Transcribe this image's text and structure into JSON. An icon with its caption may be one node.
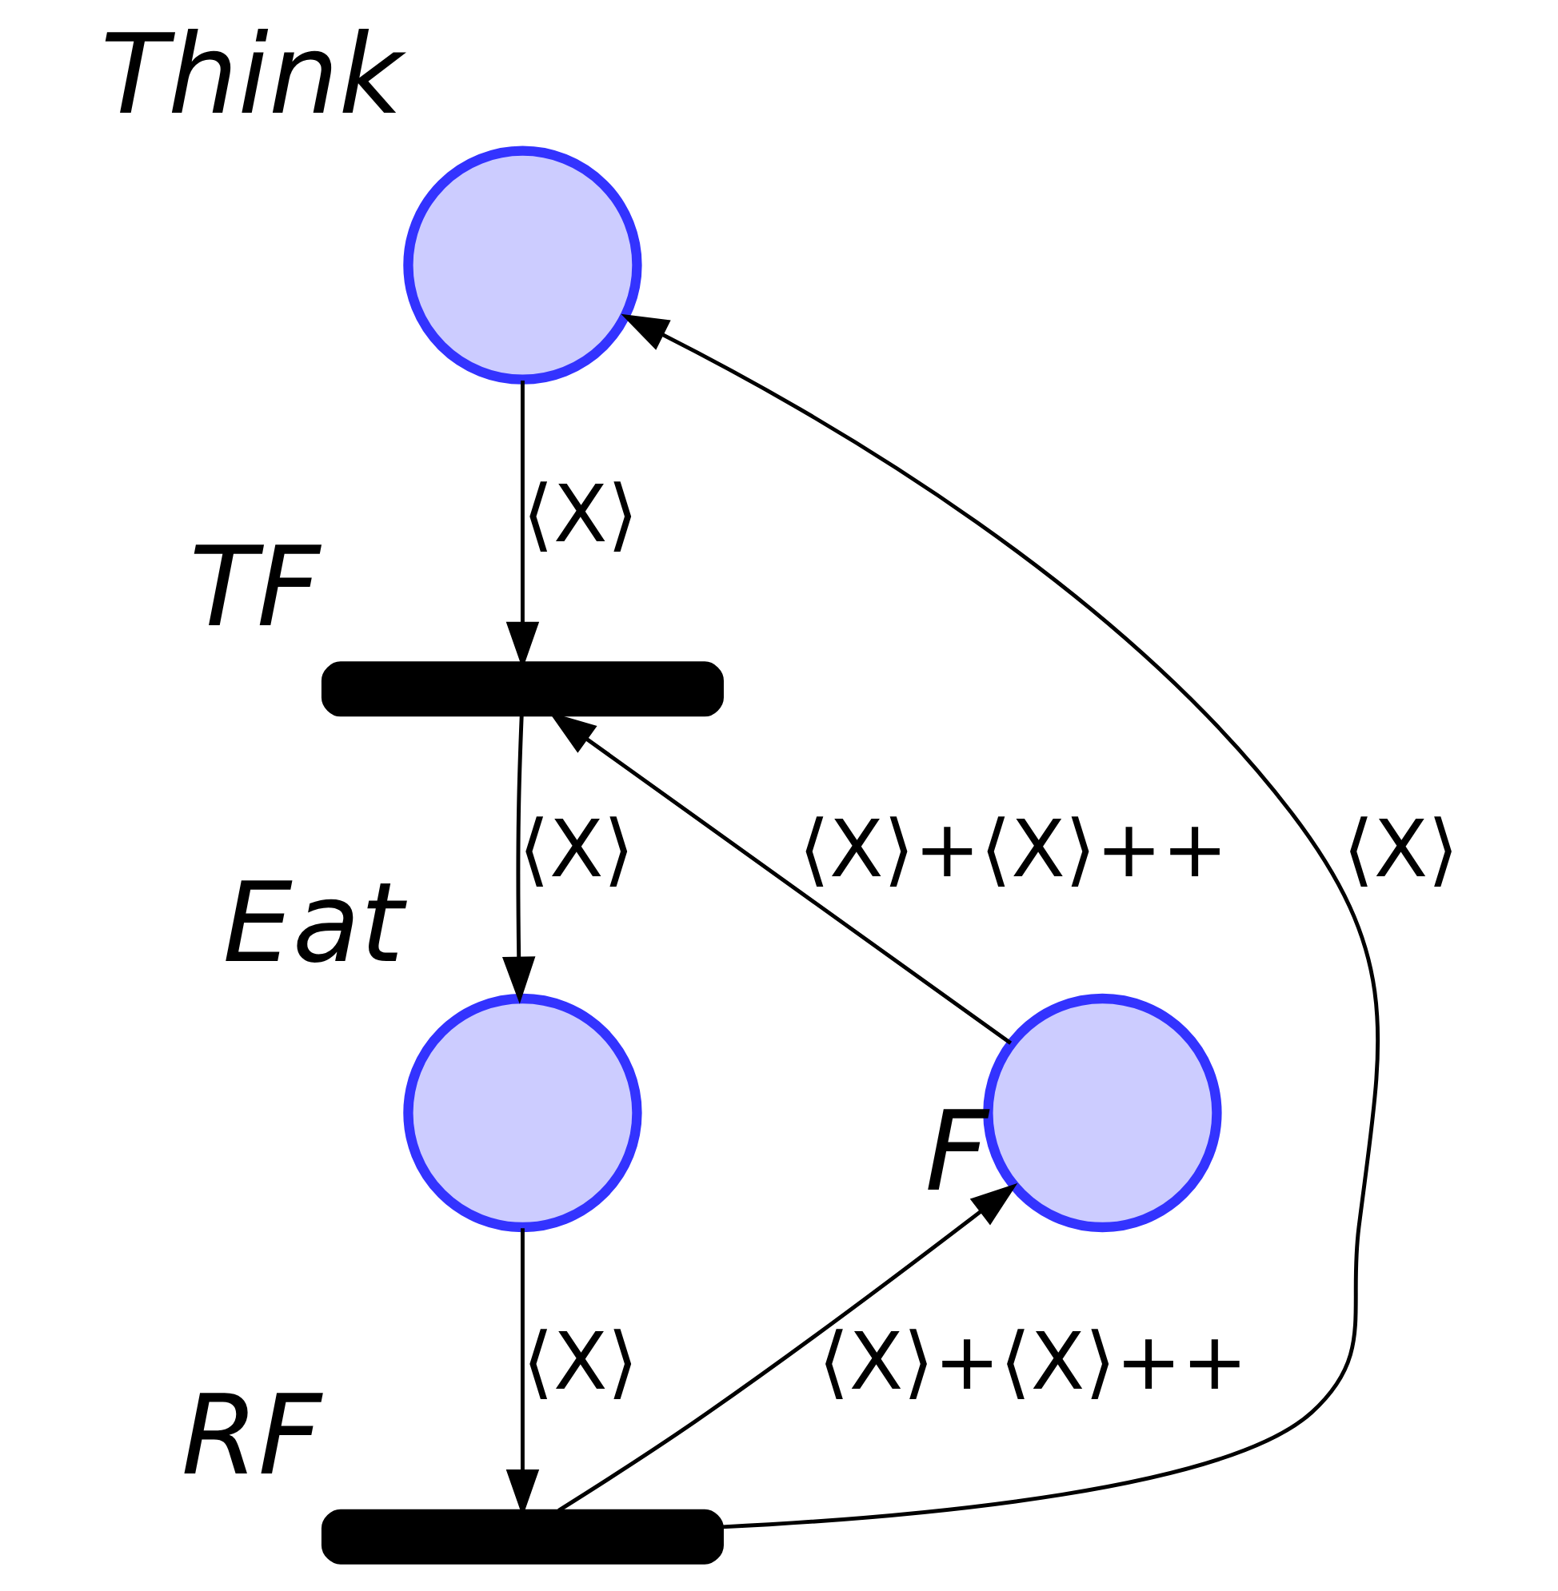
{
  "diagram": {
    "nodes": [
      {
        "text": [],
        "shape": "circle",
        "beside": [
          "Think"
        ]
      },
      {
        "text": [],
        "shape": "bar",
        "beside": [
          "TF"
        ]
      },
      {
        "text": [],
        "shape": "circle",
        "beside": [
          "Eat"
        ]
      },
      {
        "text": [],
        "shape": "circle",
        "beside": [
          "F"
        ]
      },
      {
        "text": [],
        "shape": "bar",
        "beside": [
          "RF"
        ]
      }
    ],
    "edges": [
      {
        "from": 0,
        "to": 1,
        "arrow": "to",
        "label": "⟨X⟩"
      },
      {
        "from": 1,
        "to": 2,
        "arrow": "to",
        "label": "⟨X⟩"
      },
      {
        "from": 2,
        "to": 4,
        "arrow": "to",
        "label": "⟨X⟩"
      },
      {
        "from": 4,
        "to": 0,
        "arrow": "to",
        "label": "⟨X⟩"
      },
      {
        "from": 4,
        "to": 3,
        "arrow": "to",
        "label": "⟨X⟩+⟨X⟩++"
      },
      {
        "from": 3,
        "to": 1,
        "arrow": "to",
        "label": "⟨X⟩+⟨X⟩++"
      }
    ]
  }
}
